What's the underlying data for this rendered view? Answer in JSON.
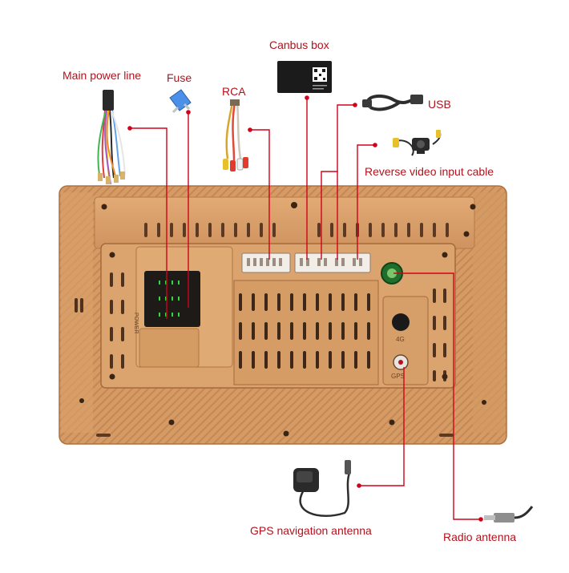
{
  "colors": {
    "label": "#b3121c",
    "line": "#d0021b",
    "unit": "#d9a06b",
    "unit_dark": "#b87d4b",
    "accent_green": "#2e9e3f"
  },
  "labels": {
    "main_power_line": "Main power line",
    "fuse": "Fuse",
    "rca": "RCA",
    "canbus_box": "Canbus box",
    "usb": "USB",
    "reverse_video": "Reverse video input cable",
    "gps_antenna": "GPS navigation antenna",
    "radio_antenna": "Radio antenna"
  },
  "panel_text": {
    "power": "POWER",
    "port_4g": "4G",
    "port_gps": "GPS"
  },
  "icons": {
    "power_harness": "wire-harness-icon",
    "fuse": "fuse-icon",
    "rca": "rca-cable-icon",
    "canbus": "canbus-box-icon",
    "usb": "usb-cable-icon",
    "camera": "reverse-camera-icon",
    "gps": "gps-antenna-icon",
    "radio": "radio-antenna-plug-icon"
  }
}
